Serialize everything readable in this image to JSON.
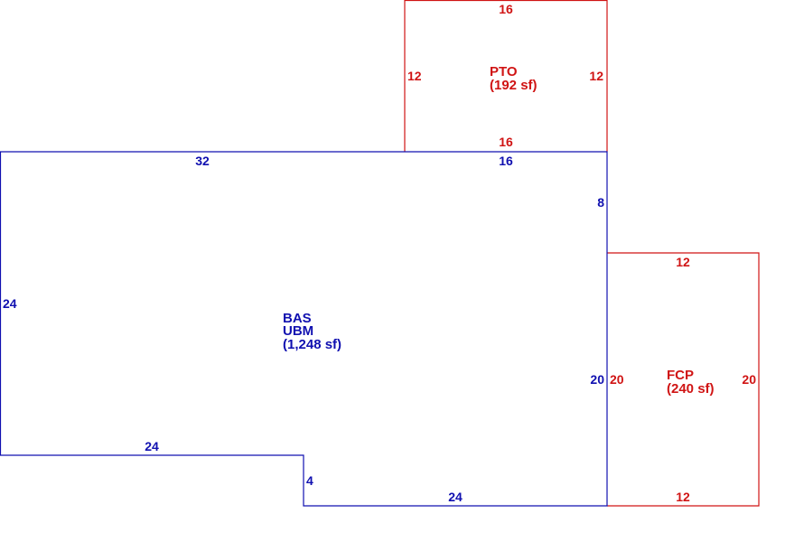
{
  "colors": {
    "base": "#1010b0",
    "addition": "#d01414"
  },
  "areas": {
    "pto": {
      "code": "PTO",
      "area": "(192 sf)"
    },
    "bas": {
      "code": "BAS",
      "sub": "UBM",
      "area": "(1,248 sf)"
    },
    "fcp": {
      "code": "FCP",
      "area": "(240 sf)"
    }
  },
  "dimensions": {
    "pto_top": "16",
    "pto_left": "12",
    "pto_right": "12",
    "pto_bottom": "16",
    "bas_top_left": "32",
    "bas_top_right": "16",
    "bas_right_upper": "8",
    "bas_left": "24",
    "bas_right_lower": "20",
    "bas_bottom_left": "24",
    "bas_step": "4",
    "bas_bottom_right": "24",
    "fcp_top": "12",
    "fcp_left": "20",
    "fcp_right": "20",
    "fcp_bottom": "12"
  }
}
